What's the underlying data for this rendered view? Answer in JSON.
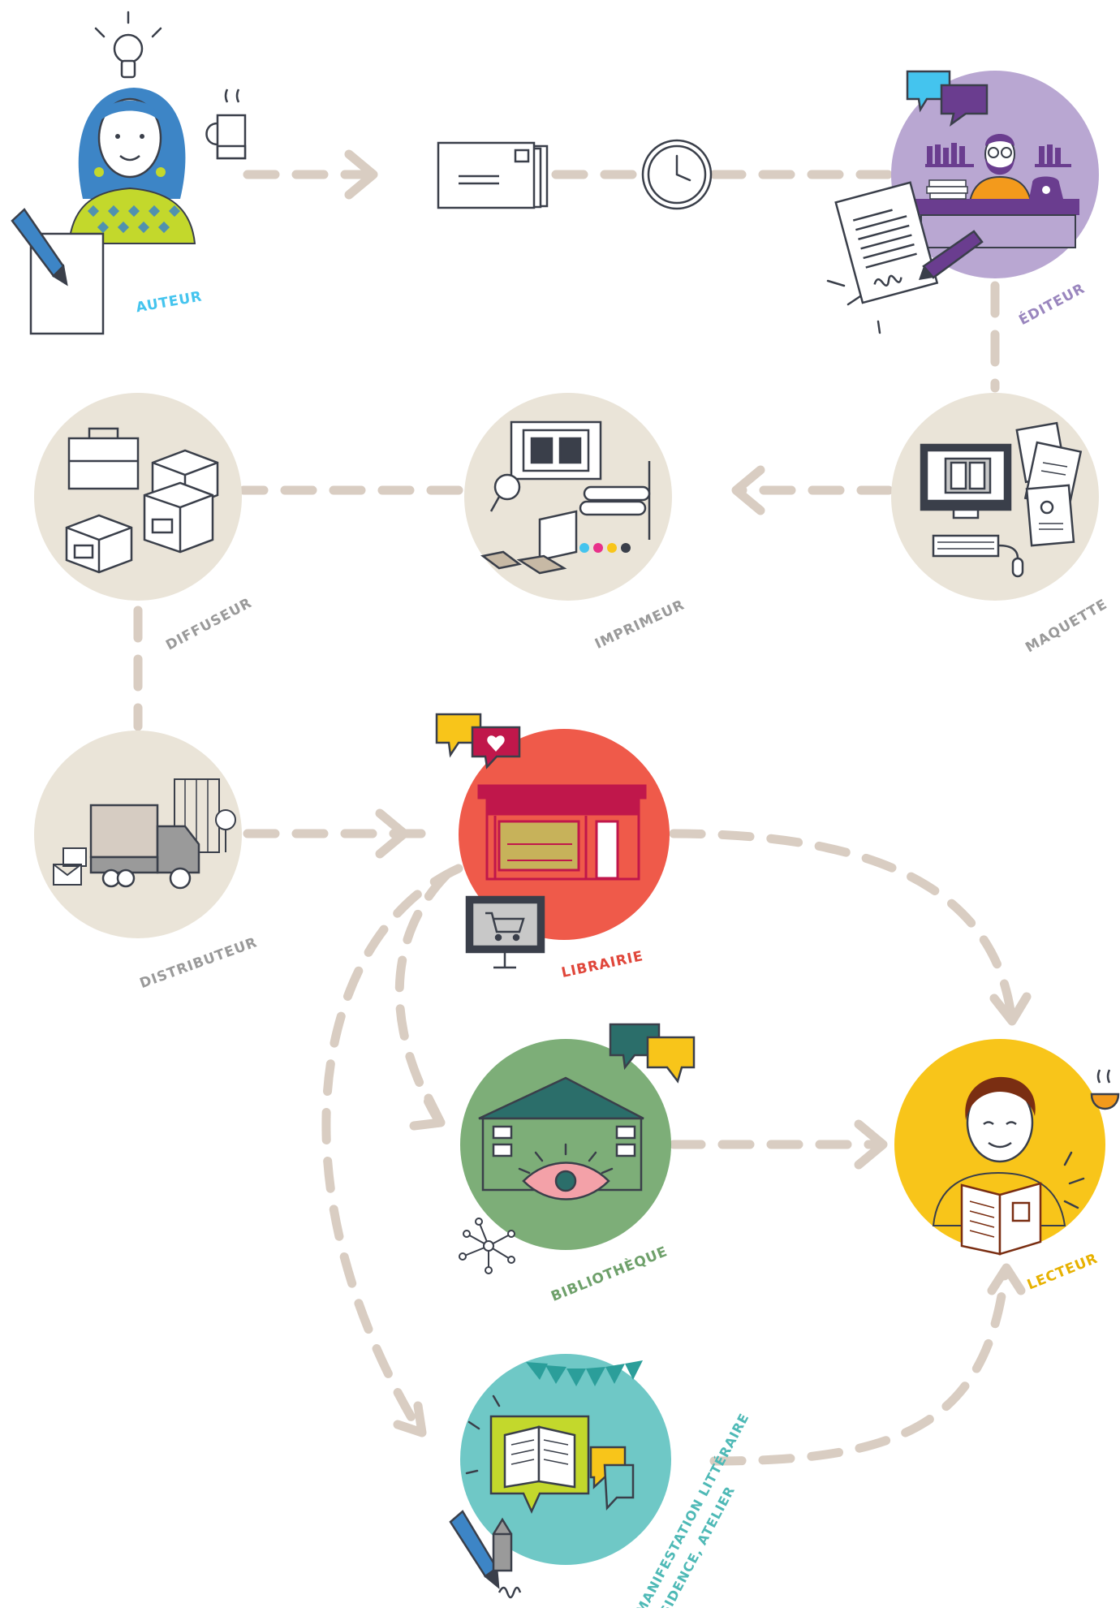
{
  "colors": {
    "auteur": "#44C4EE",
    "editeur": "#B9A7D2",
    "neutral": "#EAE4D8",
    "librairie": "#EF5A4A",
    "bibliotheque": "#7DAE78",
    "lecteur": "#F8C51A",
    "manifestation": "#6FC8C6",
    "arrow": "#D9CDC2",
    "label_neutral": "#9A9A9A",
    "label_editeur": "#9A86BE",
    "label_librairie": "#E0463A",
    "label_bibliotheque": "#6EA06A",
    "label_lecteur": "#E7B100",
    "label_manifestation": "#4EB9B6"
  },
  "nodes": {
    "auteur": {
      "label": "AUTEUR"
    },
    "editeur": {
      "label": "ÉDITEUR"
    },
    "maquette": {
      "label": "MAQUETTE"
    },
    "imprimeur": {
      "label": "IMPRIMEUR"
    },
    "diffuseur": {
      "label": "DIFFUSEUR"
    },
    "distributeur": {
      "label": "DISTRIBUTEUR"
    },
    "librairie": {
      "label": "LIBRAIRIE"
    },
    "bibliotheque": {
      "label": "BIBLIOTHÈQUE"
    },
    "lecteur": {
      "label": "LECTEUR"
    },
    "manifestation": {
      "label_line1": "MANIFESTATION LITTÉRAIRE",
      "label_line2": "RÉSIDENCE, ATELIER"
    }
  },
  "icons": [
    "lightbulb-icon",
    "coffee-mug-icon",
    "pencil-icon",
    "paper-icon",
    "envelope-icon",
    "clock-icon",
    "speech-bubbles-icon",
    "contract-icon",
    "computer-icon",
    "printer-icon",
    "boxes-icon",
    "briefcase-icon",
    "truck-icon",
    "shop-icon",
    "screen-cart-icon",
    "heart-bubble-icon",
    "eye-icon",
    "network-icon",
    "open-book-icon",
    "bunting-icon",
    "tea-cup-icon"
  ]
}
